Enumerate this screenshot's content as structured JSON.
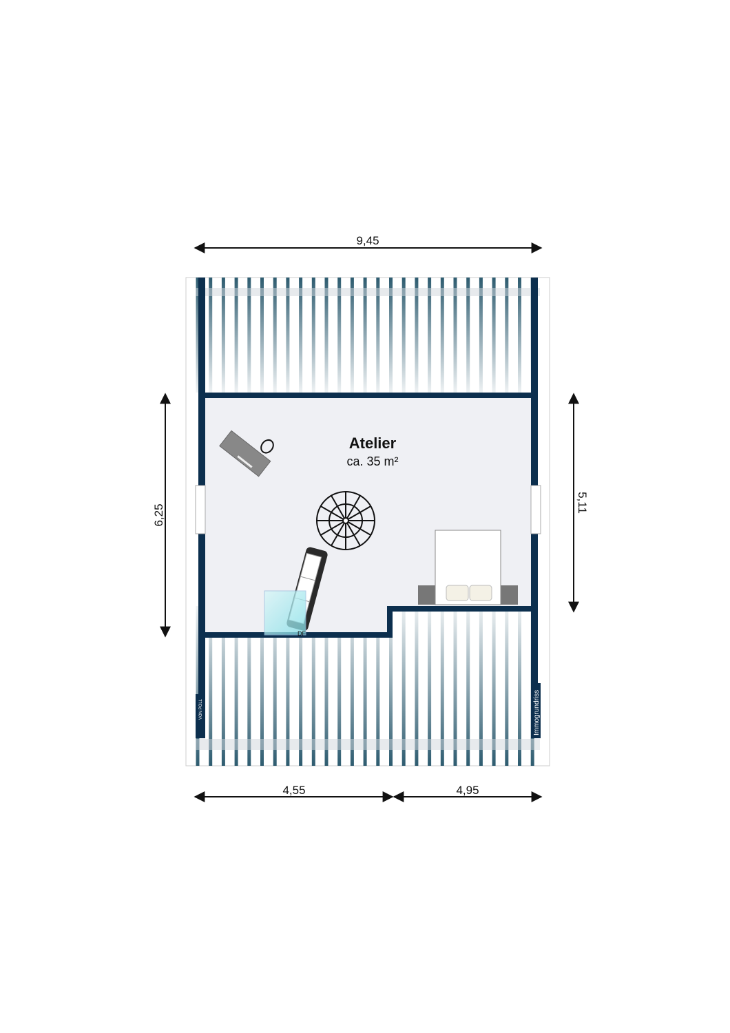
{
  "colors": {
    "wall": "#0c2f4e",
    "stripe": "#2e5c70",
    "floor": "#eff0f4",
    "window_glass": "#9ee6ee"
  },
  "room": {
    "name": "Atelier",
    "area": "ca. 35 m²"
  },
  "dimensions": {
    "top": "9,45",
    "left": "6,25",
    "right": "5,11",
    "bottom_left": "4,55",
    "bottom_right": "4,95"
  },
  "labels": {
    "roof_window": "DF",
    "logo_left": "VON POLL",
    "logo_right": "Immogrundriss"
  },
  "furniture": [
    "desk-with-chair",
    "spiral-staircase",
    "sofa",
    "double-bed-with-nightstands"
  ]
}
